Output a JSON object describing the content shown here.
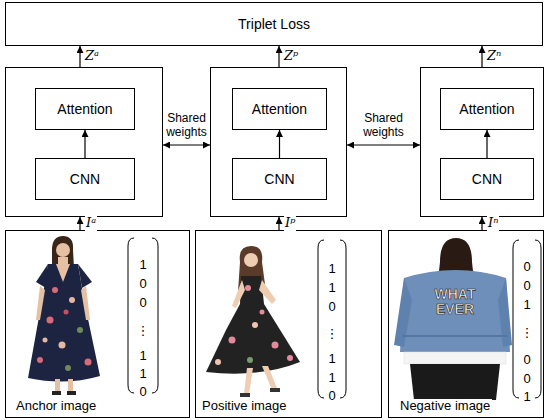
{
  "diagram": {
    "nodes": [
      {
        "text": [
          "Triplet Loss"
        ]
      },
      {
        "text": []
      },
      {
        "text": [
          "Attention"
        ],
        "in": 1
      },
      {
        "text": [
          "CNN"
        ],
        "in": 1
      },
      {
        "text": []
      },
      {
        "text": [
          "Attention"
        ],
        "in": 4
      },
      {
        "text": [
          "CNN"
        ],
        "in": 4
      },
      {
        "text": []
      },
      {
        "text": [
          "Attention"
        ],
        "in": 7
      },
      {
        "text": [
          "CNN"
        ],
        "in": 7
      },
      {
        "text": [
          "Anchor image"
        ]
      },
      {
        "text": [
          "Positive image"
        ]
      },
      {
        "text": [
          "Negative image"
        ]
      }
    ],
    "edges": [
      {
        "from": 1,
        "to": 0,
        "arrow": "to",
        "label": "Zᵃ"
      },
      {
        "from": 4,
        "to": 0,
        "arrow": "to",
        "label": "Zᵖ"
      },
      {
        "from": 7,
        "to": 0,
        "arrow": "to",
        "label": "Zⁿ"
      },
      {
        "from": 3,
        "to": 2,
        "arrow": "to"
      },
      {
        "from": 6,
        "to": 5,
        "arrow": "to"
      },
      {
        "from": 9,
        "to": 8,
        "arrow": "to"
      },
      {
        "from": 1,
        "to": 4,
        "arrow": "both",
        "label": "Shared weights"
      },
      {
        "from": 4,
        "to": 7,
        "arrow": "both",
        "label": "Shared weights"
      },
      {
        "from": 10,
        "to": 1,
        "arrow": "to",
        "label": "Iᵃ"
      },
      {
        "from": 11,
        "to": 4,
        "arrow": "to",
        "label": "Iᵖ"
      },
      {
        "from": 12,
        "to": 7,
        "arrow": "to",
        "label": "Iⁿ"
      }
    ],
    "labels": [
      "1",
      "0",
      "0",
      "⋮",
      "1",
      "1",
      "0",
      "1",
      "1",
      "0",
      "⋮",
      "1",
      "1",
      "0",
      "WHAT EVER",
      "0",
      "0",
      "1",
      "⋮",
      "0",
      "0",
      "1"
    ]
  }
}
